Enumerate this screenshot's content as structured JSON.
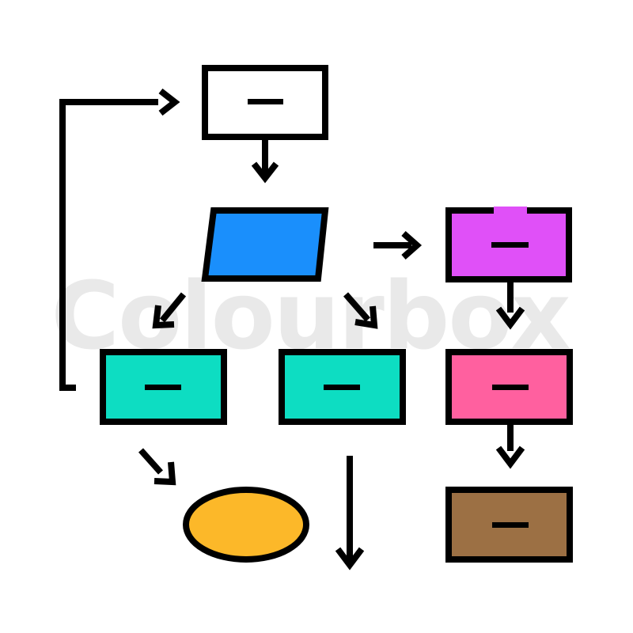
{
  "diagram": {
    "type": "flowchart",
    "watermark": "Colourbox",
    "stroke_color": "#000000",
    "nodes": [
      {
        "id": "start",
        "shape": "rectangle",
        "fill": "#ffffff",
        "label": "—"
      },
      {
        "id": "input",
        "shape": "parallelogram",
        "fill": "#1a8ffc",
        "label": ""
      },
      {
        "id": "side-process",
        "shape": "rectangle",
        "fill": "#e050f8",
        "label": "—"
      },
      {
        "id": "branch-left",
        "shape": "rectangle",
        "fill": "#0dddc2",
        "label": "—"
      },
      {
        "id": "branch-right",
        "shape": "rectangle",
        "fill": "#0dddc2",
        "label": "—"
      },
      {
        "id": "pink-process",
        "shape": "rectangle",
        "fill": "#ff609f",
        "label": "—"
      },
      {
        "id": "terminal",
        "shape": "ellipse",
        "fill": "#fcb829",
        "label": ""
      },
      {
        "id": "brown-process",
        "shape": "rectangle",
        "fill": "#9c7044",
        "label": "—"
      }
    ],
    "edges": [
      {
        "from": "start",
        "to": "input"
      },
      {
        "from": "input",
        "to": "side-process"
      },
      {
        "from": "input",
        "to": "branch-left"
      },
      {
        "from": "input",
        "to": "branch-right"
      },
      {
        "from": "side-process",
        "to": "pink-process"
      },
      {
        "from": "pink-process",
        "to": "brown-process"
      },
      {
        "from": "branch-left",
        "to": "terminal"
      },
      {
        "from": "branch-right",
        "to": "off-page"
      },
      {
        "from": "branch-left",
        "to": "start",
        "kind": "loop"
      }
    ]
  }
}
